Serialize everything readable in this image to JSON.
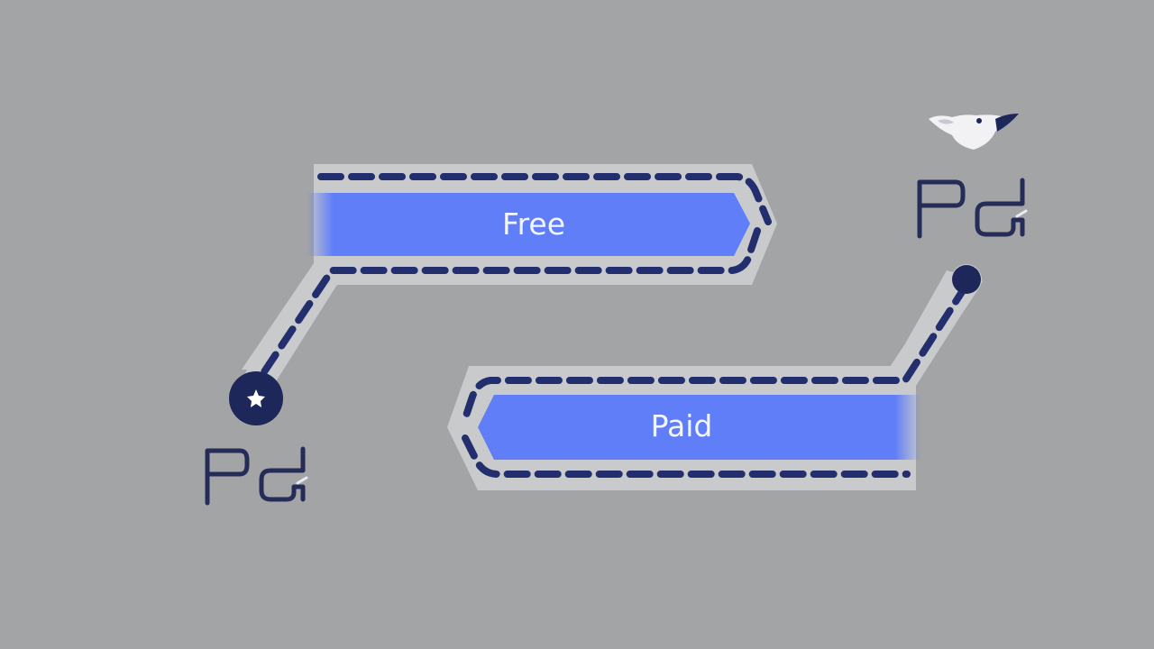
{
  "diagram": {
    "title": "",
    "colors": {
      "background": "#a3a4a5",
      "track": "#c9cacb",
      "dash": "#232e6e",
      "banner": "#5f7ef7",
      "banner_text": "#f4f6ff",
      "node": "#1e275a",
      "logo": "#252c58",
      "bird": "#f2f2f4"
    },
    "banners": [
      {
        "id": "free",
        "label": "Free"
      },
      {
        "id": "paid",
        "label": "Paid"
      }
    ],
    "nodes": [
      {
        "id": "left-node",
        "icon": "star-icon"
      },
      {
        "id": "right-node",
        "icon": "dot"
      }
    ],
    "logos": [
      {
        "id": "left-logo",
        "icon": "logo-mark-icon"
      },
      {
        "id": "right-logo",
        "icon": "logo-mark-icon"
      }
    ],
    "decorations": [
      {
        "id": "bird",
        "icon": "bird-icon"
      }
    ]
  }
}
